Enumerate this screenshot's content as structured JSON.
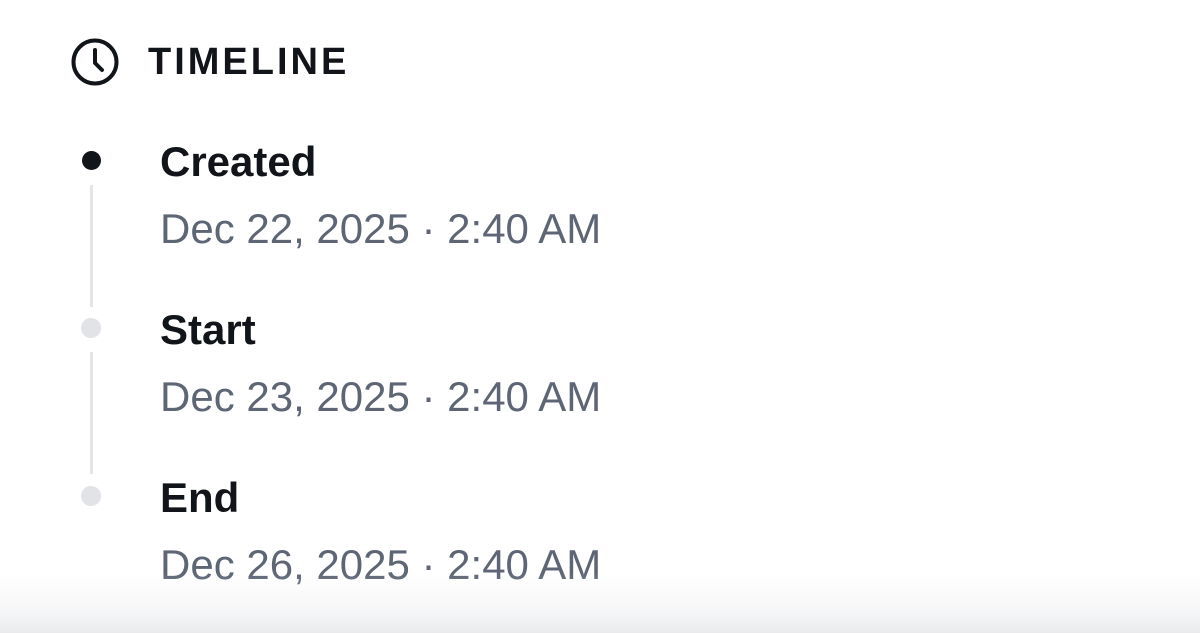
{
  "header": {
    "icon": "clock-icon",
    "title": "TIMELINE"
  },
  "events": [
    {
      "label": "Created",
      "date": "Dec 22, 2025 · 2:40 AM",
      "status": "completed"
    },
    {
      "label": "Start",
      "date": "Dec 23, 2025 · 2:40 AM",
      "status": "pending"
    },
    {
      "label": "End",
      "date": "Dec 26, 2025 · 2:40 AM",
      "status": "pending"
    }
  ],
  "colors": {
    "heading": "#111418",
    "date_text": "#5e6675",
    "active_dot": "#111418",
    "pending_dot": "#e2e3e7",
    "connector": "#e4e5e8"
  }
}
